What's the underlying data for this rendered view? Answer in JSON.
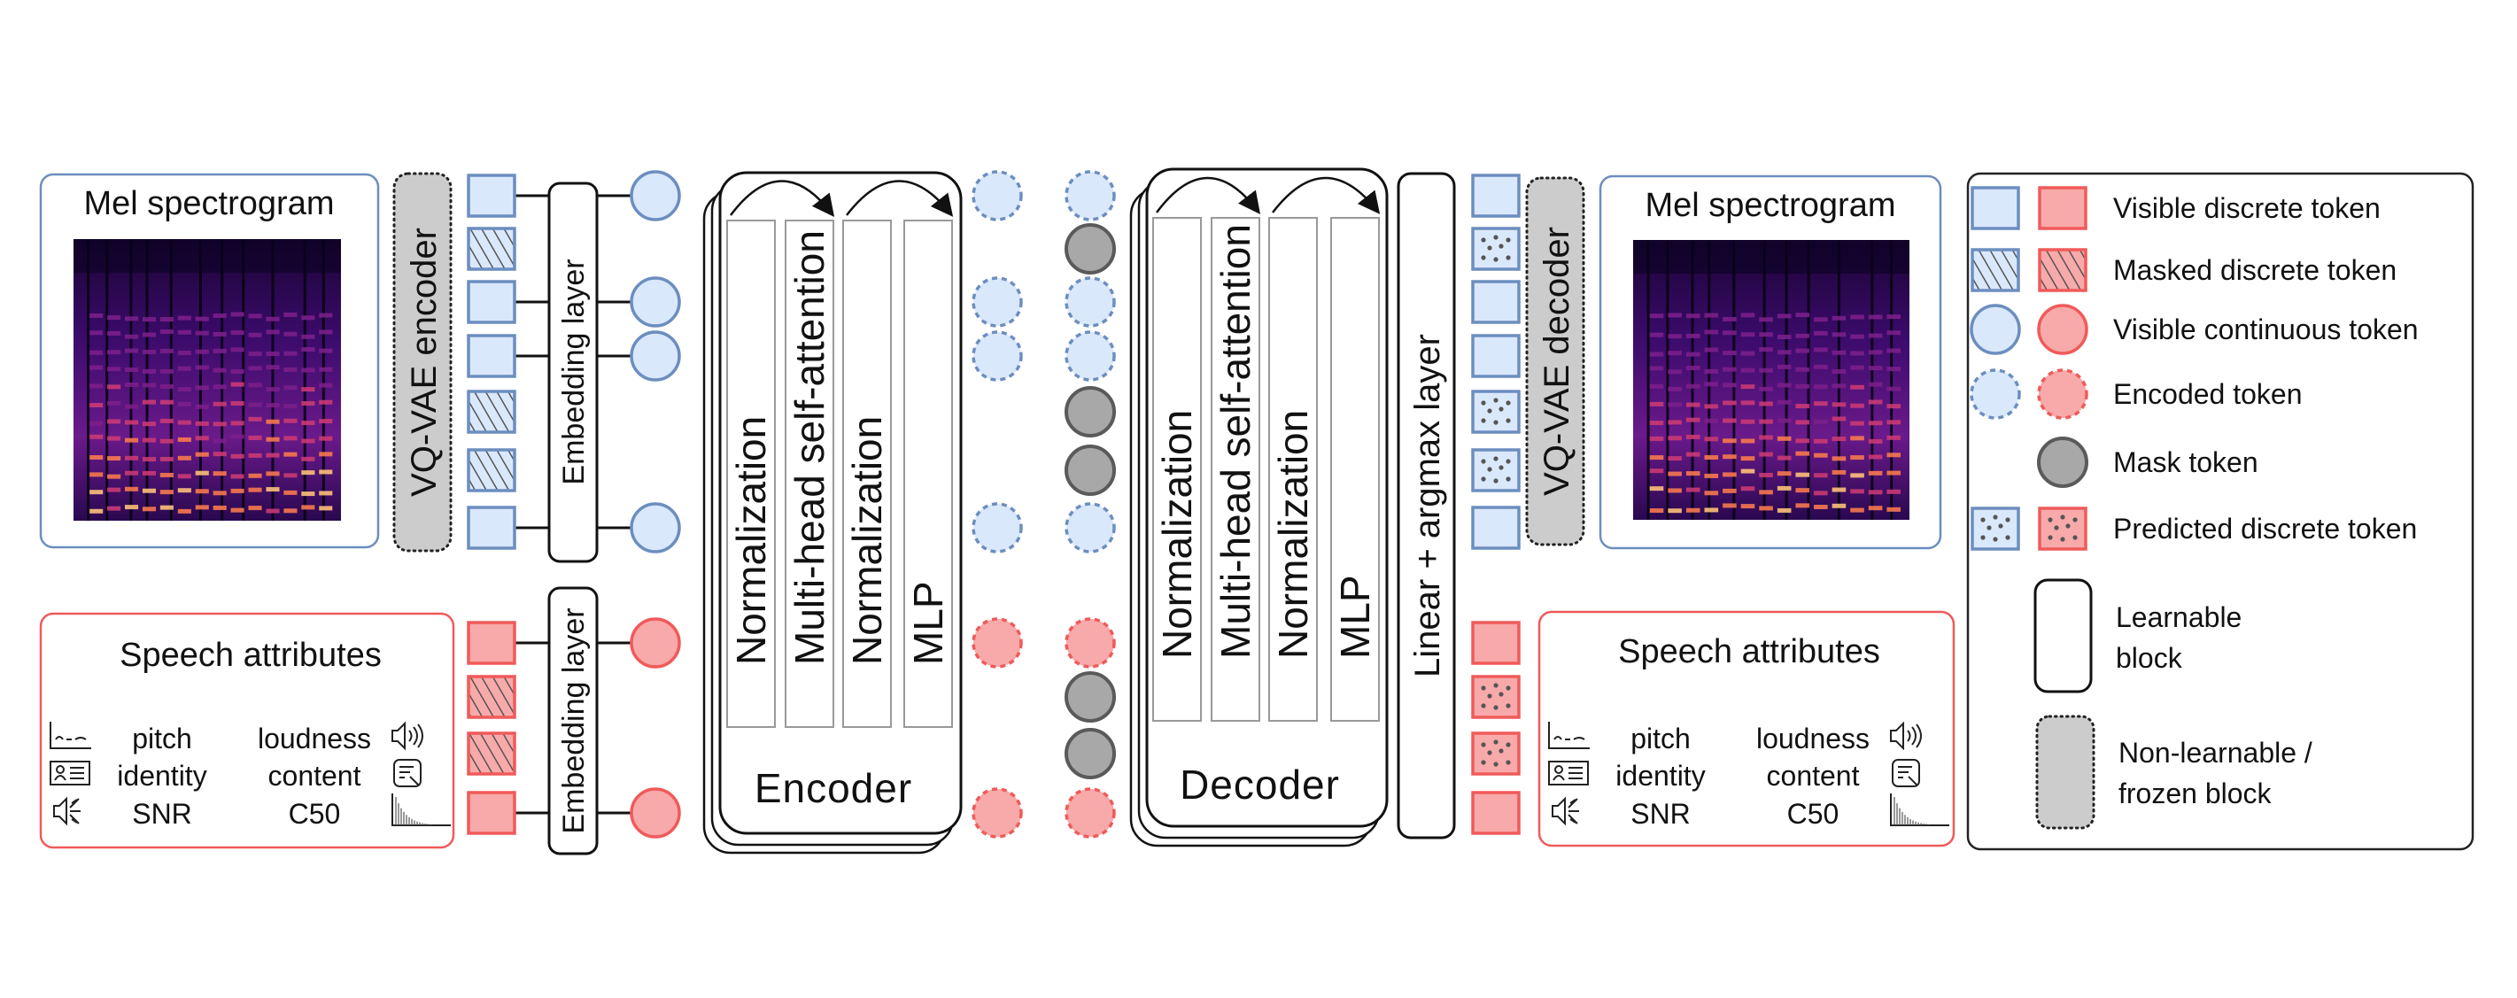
{
  "figure": {
    "colors": {
      "blue_fill": "#dae8fc",
      "blue_stroke": "#6c8ebf",
      "red_fill": "#f8a9a9",
      "red_stroke": "#f05a5a",
      "gray_fill": "#a8a8a8",
      "gray_stroke": "#5a5a5a",
      "frozen_fill": "#cccccc",
      "ink": "#111111",
      "hatch": "#555555"
    },
    "mel_input": {
      "title": "Mel spectrogram"
    },
    "mel_output": {
      "title": "Mel spectrogram"
    },
    "speech_input": {
      "title": "Speech attributes",
      "rows": [
        {
          "left_icon": "pitch-contour-icon",
          "left": "pitch",
          "right": "loudness",
          "right_icon": "speaker-volume-icon"
        },
        {
          "left_icon": "id-card-icon",
          "left": "identity",
          "right": "content",
          "right_icon": "transcript-icon"
        },
        {
          "left_icon": "noisy-speaker-icon",
          "left": "SNR",
          "right": "C50",
          "right_icon": "reverb-decay-icon"
        }
      ]
    },
    "speech_output": {
      "title": "Speech attributes",
      "rows": [
        {
          "left_icon": "pitch-contour-icon",
          "left": "pitch",
          "right": "loudness",
          "right_icon": "speaker-volume-icon"
        },
        {
          "left_icon": "id-card-icon",
          "left": "identity",
          "right": "content",
          "right_icon": "transcript-icon"
        },
        {
          "left_icon": "noisy-speaker-icon",
          "left": "SNR",
          "right": "C50",
          "right_icon": "reverb-decay-icon"
        }
      ]
    },
    "vqvae_encoder": {
      "label": "VQ-VAE encoder",
      "type": "frozen"
    },
    "vqvae_decoder": {
      "label": "VQ-VAE decoder",
      "type": "frozen"
    },
    "embedding_layers": [
      {
        "label": "Embedding layer",
        "stream": "mel"
      },
      {
        "label": "Embedding layer",
        "stream": "attributes"
      }
    ],
    "encoder": {
      "label": "Encoder",
      "sublayers": [
        "Normalization",
        "Multi-head self-attention",
        "Normalization",
        "MLP"
      ]
    },
    "decoder": {
      "label": "Decoder",
      "sublayers": [
        "Normalization",
        "Multi-head self-attention",
        "Normalization",
        "MLP"
      ]
    },
    "output_head": {
      "label": "Linear + argmax layer"
    },
    "input_tokens": {
      "mel": [
        "visible",
        "masked",
        "visible",
        "visible",
        "masked",
        "masked",
        "visible"
      ],
      "attributes": [
        "visible",
        "masked",
        "masked",
        "visible"
      ]
    },
    "embedded_tokens": {
      "mel": [
        "continuous",
        null,
        "continuous",
        "continuous",
        null,
        null,
        "continuous"
      ],
      "attributes": [
        "continuous",
        null,
        null,
        "continuous"
      ]
    },
    "encoded_tokens": {
      "mel": [
        "encoded",
        null,
        "encoded",
        "encoded",
        null,
        null,
        "encoded"
      ],
      "attributes": [
        "encoded",
        null,
        null,
        "encoded"
      ]
    },
    "decoder_input_tokens": {
      "mel": [
        "encoded",
        "mask",
        "encoded",
        "encoded",
        "mask",
        "mask",
        "encoded"
      ],
      "attributes": [
        "encoded",
        "mask",
        "mask",
        "encoded"
      ]
    },
    "output_tokens": {
      "mel": [
        "visible",
        "predicted",
        "visible",
        "visible",
        "predicted",
        "predicted",
        "visible"
      ],
      "attributes": [
        "visible",
        "predicted",
        "predicted",
        "visible"
      ]
    },
    "legend": {
      "items": [
        {
          "shape": "square",
          "style": "visible",
          "label": "Visible discrete token"
        },
        {
          "shape": "square",
          "style": "masked",
          "label": "Masked discrete token"
        },
        {
          "shape": "circle",
          "style": "continuous",
          "label": "Visible continuous token"
        },
        {
          "shape": "circle",
          "style": "encoded",
          "label": "Encoded token"
        },
        {
          "shape": "circle",
          "style": "mask",
          "label": "Mask token"
        },
        {
          "shape": "square",
          "style": "predicted",
          "label": "Predicted discrete token"
        }
      ],
      "blocks": [
        {
          "style": "learnable",
          "lines": [
            "Learnable",
            "block"
          ]
        },
        {
          "style": "frozen",
          "lines": [
            "Non-learnable /",
            "frozen block"
          ]
        }
      ]
    }
  }
}
